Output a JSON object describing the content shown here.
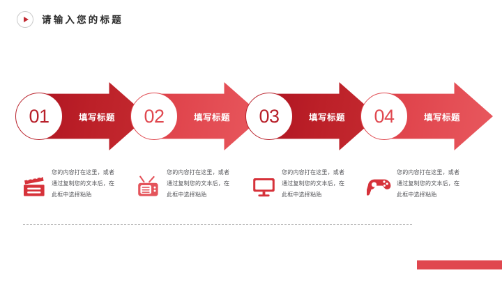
{
  "header": {
    "title": "请输入您的标题",
    "play_icon": "play-icon"
  },
  "theme": {
    "dark_red": "#bc2028",
    "light_red": "#e34c53",
    "footer_red": "#e0474f",
    "text_gray": "#55565a",
    "divider_gray": "#b9b9b9"
  },
  "steps": [
    {
      "number": "01",
      "label": "填写标题",
      "tone": "dark"
    },
    {
      "number": "02",
      "label": "填写标题",
      "tone": "light"
    },
    {
      "number": "03",
      "label": "填写标题",
      "tone": "dark"
    },
    {
      "number": "04",
      "label": "填写标题",
      "tone": "light"
    }
  ],
  "blocks": [
    {
      "icon": "clapperboard-icon",
      "line1": "您的内容打在这里，或者",
      "line2": "通过复制您的文本后，在",
      "line3": "此框中选择粘贴"
    },
    {
      "icon": "television-icon",
      "line1": "您的内容打在这里，或者",
      "line2": "通过复制您的文本后，在",
      "line3": "此框中选择粘贴"
    },
    {
      "icon": "monitor-icon",
      "line1": "您的内容打在这里，或者",
      "line2": "通过复制您的文本后，在",
      "line3": "此框中选择粘贴"
    },
    {
      "icon": "gamepad-icon",
      "line1": "您的内容打在这里，或者",
      "line2": "通过复制您的文本后，在",
      "line3": "此框中选择粘贴"
    }
  ]
}
